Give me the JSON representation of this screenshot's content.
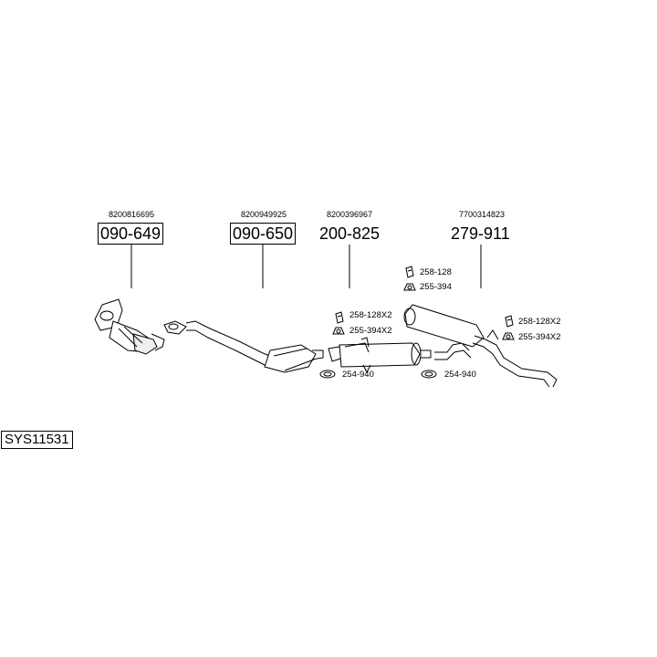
{
  "parts": [
    {
      "oem": "8200816695",
      "number": "090-649"
    },
    {
      "oem": "8200949925",
      "number": "090-650"
    },
    {
      "oem": "8200396967",
      "number": "200-825"
    },
    {
      "oem": "7700314823",
      "number": "279-911"
    }
  ],
  "accessories": {
    "a1": "258-128",
    "a2": "255-394",
    "a3": "258-128X2",
    "a4": "255-394X2",
    "a5": "254-940",
    "a6": "254-940",
    "a7": "258-128X2",
    "a8": "255-394X2"
  },
  "system_code": "SYS11531"
}
